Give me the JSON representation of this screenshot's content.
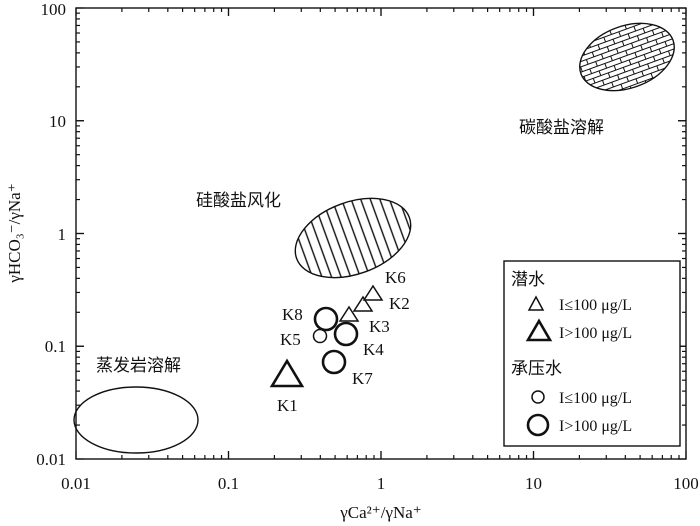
{
  "chart_data": {
    "type": "scatter",
    "xscale": "log",
    "yscale": "log",
    "xlim": [
      0.01,
      100
    ],
    "ylim": [
      0.01,
      100
    ],
    "xlabel": "γCa²⁺/γNa⁺",
    "ylabel": "γHCO₃⁻/γNa⁺",
    "x_tick_labels": [
      "0.01",
      "0.1",
      "1",
      "10",
      "100"
    ],
    "y_tick_labels": [
      "0.01",
      "0.1",
      "1",
      "10",
      "100"
    ],
    "grid": false,
    "regions": [
      {
        "label": "碳酸盐溶解",
        "fill": "brick",
        "center": [
          50,
          30
        ],
        "label_at": [
          22,
          11
        ]
      },
      {
        "label": "硅酸盐风化",
        "fill": "vertical-lines",
        "center": [
          0.9,
          0.9
        ],
        "label_at": [
          0.25,
          2.6
        ]
      },
      {
        "label": "蒸发岩溶解",
        "fill": "none",
        "center": [
          0.027,
          0.02
        ],
        "label_at": [
          0.026,
          0.09
        ]
      }
    ],
    "points": [
      {
        "label": "K1",
        "x": 0.25,
        "y": 0.053,
        "marker": "triangle",
        "size": "large"
      },
      {
        "label": "K2",
        "x": 0.9,
        "y": 0.27,
        "marker": "triangle",
        "size": "small"
      },
      {
        "label": "K3",
        "x": 0.75,
        "y": 0.22,
        "marker": "triangle",
        "size": "small"
      },
      {
        "label": "K4",
        "x": 0.6,
        "y": 0.18,
        "marker": "triangle",
        "size": "small"
      },
      {
        "label": "K5",
        "x": 0.45,
        "y": 0.115,
        "marker": "circle",
        "size": "small"
      },
      {
        "label": "K6",
        "x": 0.9,
        "y": 0.27,
        "marker": "triangle",
        "size": "small"
      },
      {
        "label": "K7",
        "x": 0.52,
        "y": 0.072,
        "marker": "circle",
        "size": "large"
      },
      {
        "label": "K8",
        "x": 0.48,
        "y": 0.17,
        "marker": "circle",
        "size": "large"
      },
      {
        "label": "K4",
        "x": 0.6,
        "y": 0.12,
        "marker": "circle",
        "size": "large"
      }
    ],
    "legend": {
      "position": "right-middle",
      "groups": [
        {
          "title": "潜水",
          "items": [
            {
              "marker": "triangle",
              "size": "small",
              "label": "I≤100 μg/L"
            },
            {
              "marker": "triangle",
              "size": "large",
              "label": "I>100 μg/L"
            }
          ]
        },
        {
          "title": "承压水",
          "items": [
            {
              "marker": "circle",
              "size": "small",
              "label": "I≤100 μg/L"
            },
            {
              "marker": "circle",
              "size": "large",
              "label": "I>100 μg/L"
            }
          ]
        }
      ]
    }
  }
}
